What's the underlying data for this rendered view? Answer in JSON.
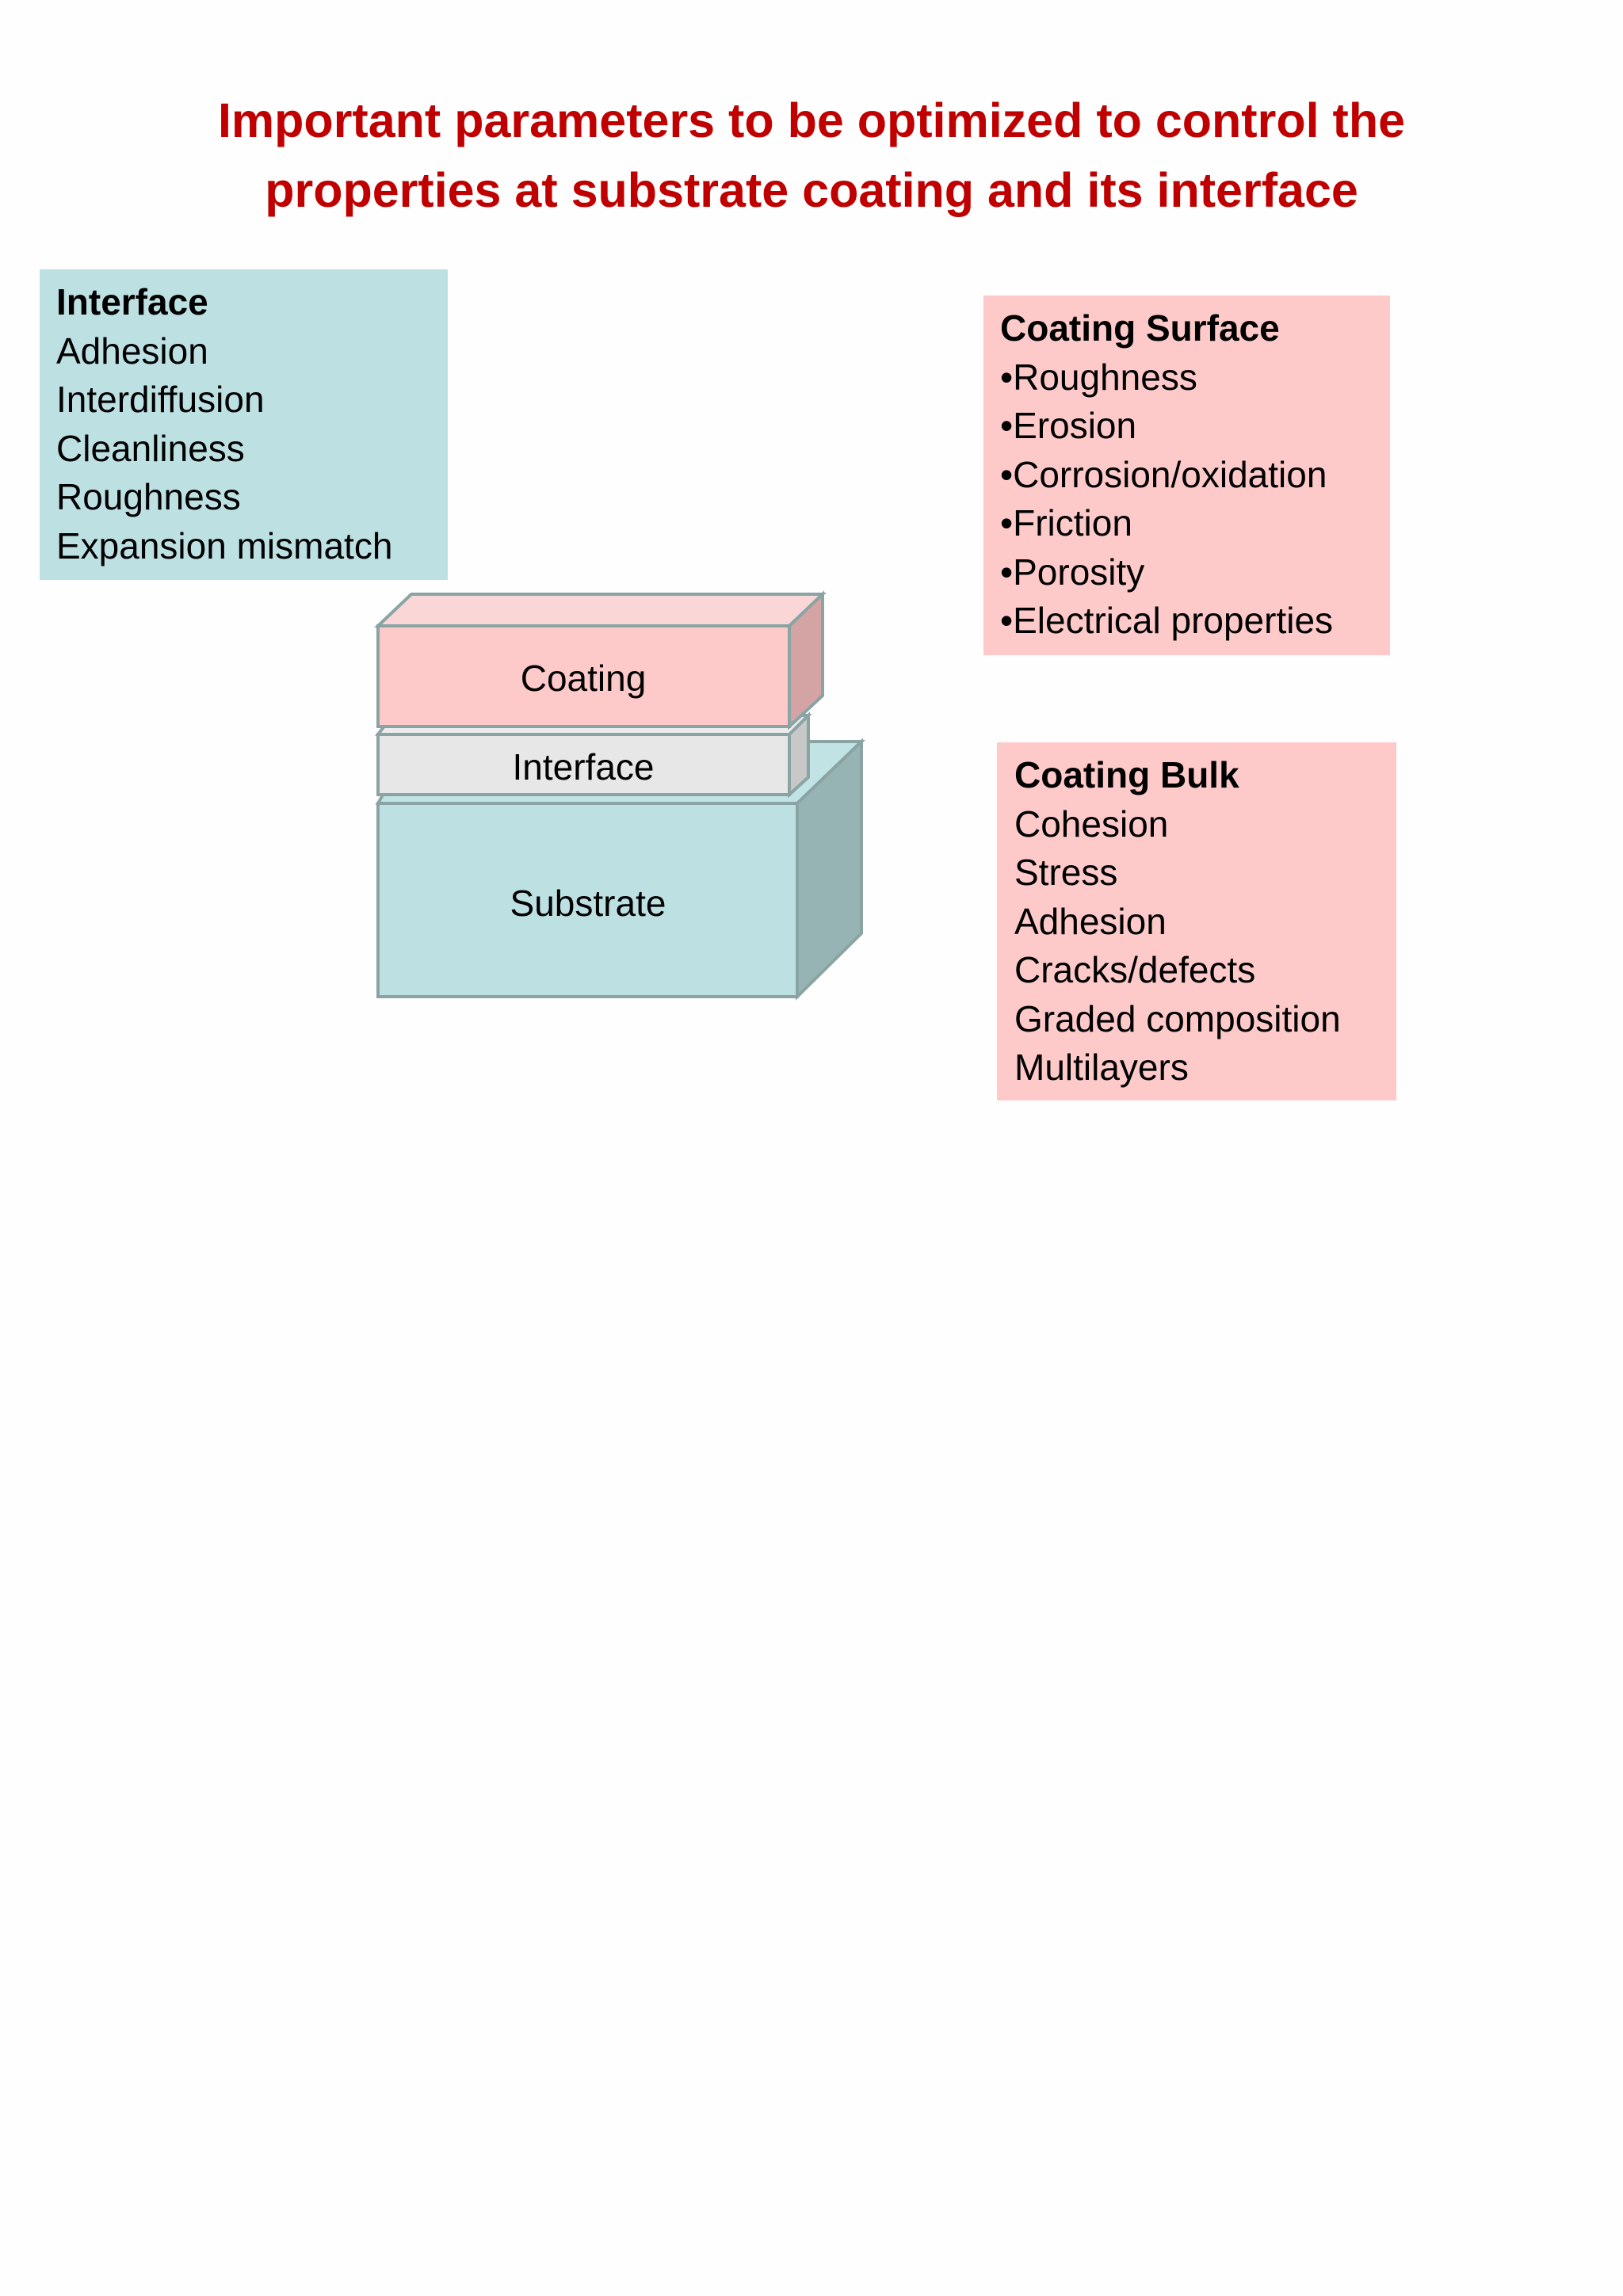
{
  "title": {
    "line1": "Important parameters to be optimized to control the",
    "line2": "properties at substrate coating and its interface"
  },
  "interface_box": {
    "heading": "Interface",
    "items": [
      "Adhesion",
      "Interdiffusion",
      "Cleanliness",
      "Roughness",
      "Expansion mismatch"
    ]
  },
  "surface_box": {
    "heading": "Coating Surface",
    "items": [
      "•Roughness",
      "•Erosion",
      "•Corrosion/oxidation",
      "•Friction",
      "•Porosity",
      "•Electrical properties"
    ]
  },
  "bulk_box": {
    "heading": "Coating Bulk",
    "items": [
      "Cohesion",
      "Stress",
      "Adhesion",
      "Cracks/defects",
      "Graded composition",
      "Multilayers"
    ]
  },
  "layers": {
    "coating": "Coating",
    "interface": "Interface",
    "substrate": "Substrate"
  },
  "colors": {
    "title": "#c00000",
    "blue_box": "#bde0e3",
    "pink_box": "#fdc9c9",
    "outline": "#8aa4a4"
  }
}
